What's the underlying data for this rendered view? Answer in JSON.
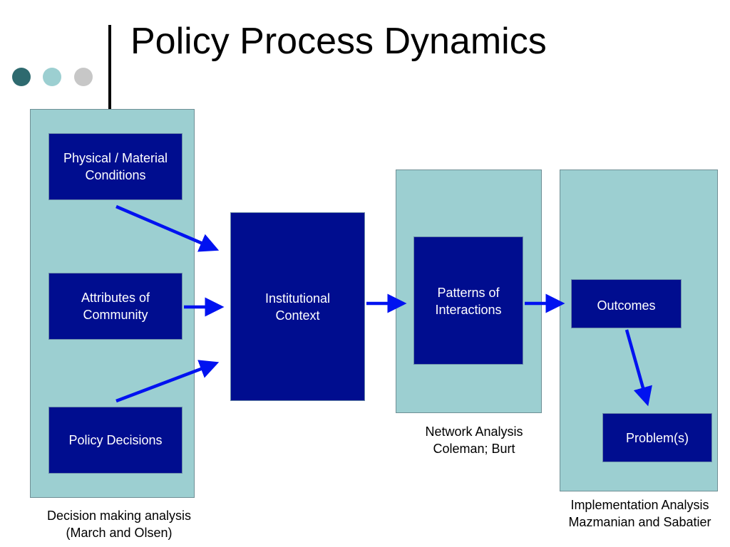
{
  "title": "Policy Process Dynamics",
  "nodes": {
    "physical": "Physical / Material\nConditions",
    "attributes": "Attributes of\nCommunity",
    "policy": "Policy Decisions",
    "institutional": "Institutional\nContext",
    "patterns": "Patterns of\nInteractions",
    "outcomes": "Outcomes",
    "problems": "Problem(s)"
  },
  "captions": {
    "decision": "Decision making analysis\n(March and Olsen)",
    "network": "Network Analysis\nColeman; Burt",
    "implementation": "Implementation Analysis\nMazmanian and Sabatier"
  },
  "edges": [
    {
      "from": "Physical / Material Conditions",
      "to": "Institutional Context"
    },
    {
      "from": "Attributes of Community",
      "to": "Institutional Context"
    },
    {
      "from": "Policy Decisions",
      "to": "Institutional Context"
    },
    {
      "from": "Institutional Context",
      "to": "Patterns of Interactions"
    },
    {
      "from": "Patterns of Interactions",
      "to": "Outcomes"
    },
    {
      "from": "Outcomes",
      "to": "Problem(s)"
    }
  ],
  "colors": {
    "panel": "#9ccfd1",
    "node": "#000d8f",
    "arrow": "#0012f0",
    "dots": [
      "#2e6a6f",
      "#9ccfd1",
      "#c7c7c7"
    ]
  }
}
